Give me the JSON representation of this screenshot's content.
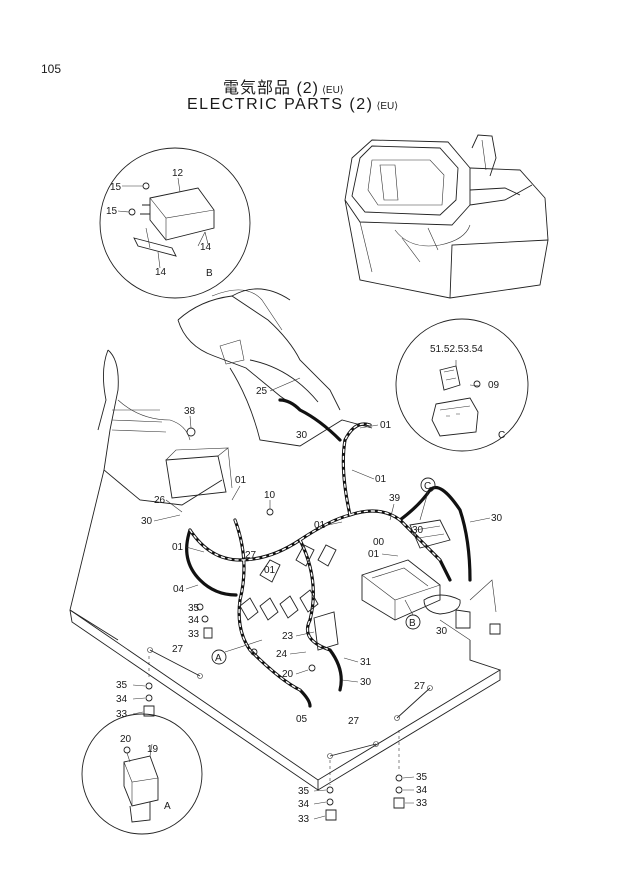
{
  "page_number": "105",
  "title_jp": "電気部品 (2)",
  "title_jp_suffix": "⟨EU⟩",
  "title_en": "ELECTRIC  PARTS (2)",
  "title_en_suffix": "⟨EU⟩",
  "callouts": {
    "detail_b": "B",
    "detail_c": "C",
    "detail_a": "A",
    "circle_a": "A",
    "circle_b": "B",
    "circle_c": "C"
  },
  "part_labels": {
    "p15a": "15",
    "p12": "12",
    "p15b": "15",
    "p14a": "14",
    "p14b": "14",
    "p51_54": "51.52.53.54",
    "p09": "09",
    "p25": "25",
    "p01a": "01",
    "p30a": "30",
    "p38": "38",
    "p01b": "01",
    "p10": "10",
    "p26": "26",
    "p30b": "30",
    "p01c": "01",
    "p01d": "01",
    "p27a": "27",
    "p01e": "01",
    "p04": "04",
    "p01f": "01",
    "p39": "39",
    "p30c": "30",
    "p00": "00",
    "p01g": "01",
    "p30d": "30",
    "p30e": "30",
    "p35a": "35",
    "p34a": "34",
    "p33a": "33",
    "p23": "23",
    "p24": "24",
    "p20a": "20",
    "p31": "31",
    "p30f": "30",
    "p05": "05",
    "p27b": "27",
    "p35b": "35",
    "p34b": "34",
    "p33b": "33",
    "p27c": "27",
    "p27d": "27",
    "p20b": "20",
    "p19": "19",
    "p35c": "35",
    "p34c": "34",
    "p33c": "33",
    "p35d": "35",
    "p34d": "34",
    "p33d": "33"
  }
}
